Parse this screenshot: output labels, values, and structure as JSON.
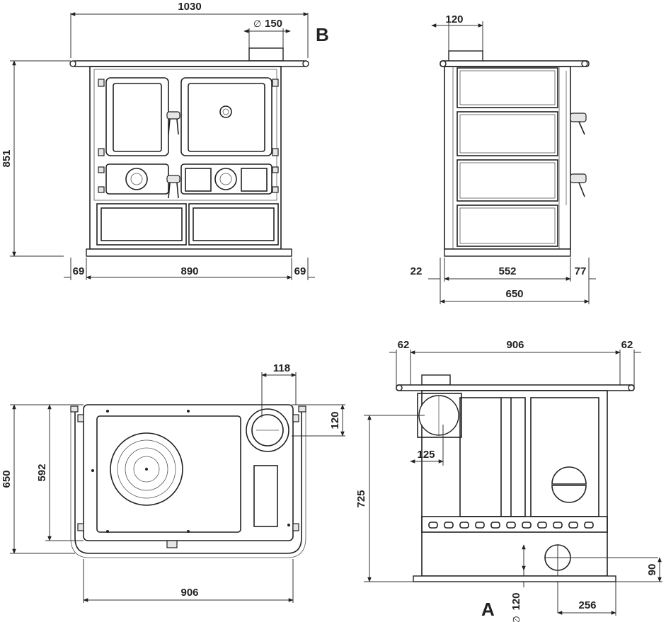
{
  "views": {
    "front": {
      "label": "B",
      "dims": {
        "overall_width": "1030",
        "flue_diameter": "150",
        "flue_diameter_symbol": "∅",
        "height": "851",
        "left_overhang": "69",
        "body_width": "890",
        "right_overhang": "69"
      }
    },
    "side": {
      "dims": {
        "flue_offset": "120",
        "rear_offset": "22",
        "body_depth": "552",
        "front_overhang": "77",
        "overall_depth": "650"
      }
    },
    "top": {
      "dims": {
        "flue_offset_x": "118",
        "flue_offset_y": "120",
        "overall_depth": "650",
        "inner_depth": "592",
        "width": "906"
      }
    },
    "rear": {
      "label": "A",
      "dims": {
        "left_overhang": "62",
        "width": "906",
        "right_overhang": "62",
        "flue_offset": "125",
        "flue_height": "725",
        "air_inlet_height": "90",
        "air_inlet_diameter": "120",
        "air_inlet_diameter_symbol": "∅",
        "air_inlet_offset": "256"
      }
    }
  }
}
